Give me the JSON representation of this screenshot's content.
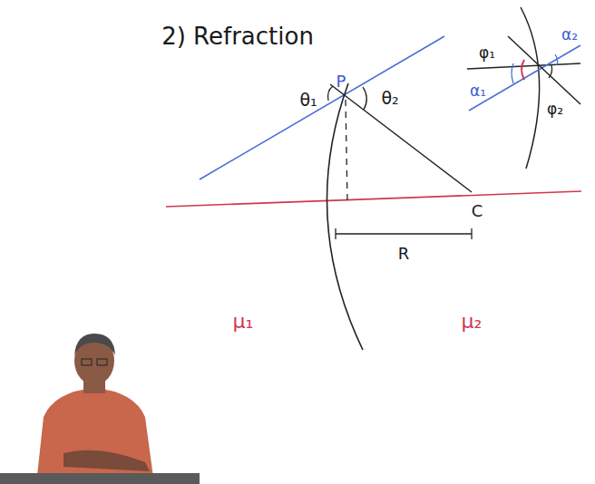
{
  "diagram": {
    "title": "2) Refraction",
    "labels": [
      "P",
      "θ₁",
      "θ₂",
      "C",
      "R",
      "μ₁",
      "μ₂",
      "φ₁",
      "α₁",
      "α₂",
      "φ₂"
    ]
  }
}
